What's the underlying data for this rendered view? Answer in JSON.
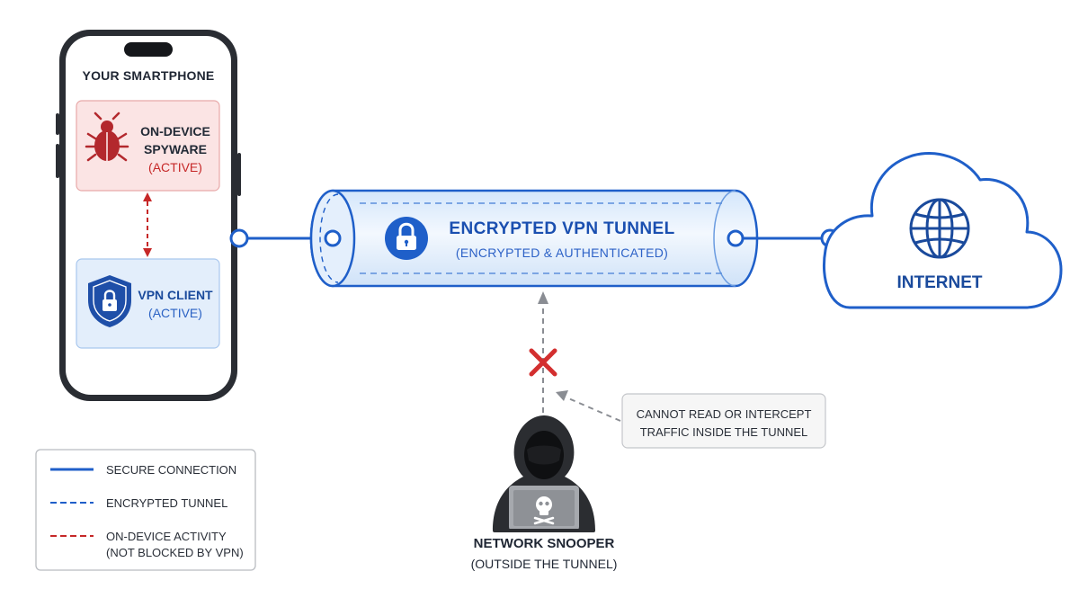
{
  "phone": {
    "title": "YOUR SMARTPHONE",
    "spyware": {
      "line1": "ON-DEVICE",
      "line2": "SPYWARE",
      "status": "(ACTIVE)",
      "icon": "bug-icon"
    },
    "vpn_client": {
      "label": "VPN CLIENT",
      "status": "(ACTIVE)",
      "icon": "shield-lock-icon"
    }
  },
  "tunnel": {
    "title": "ENCRYPTED VPN TUNNEL",
    "subtitle": "(ENCRYPTED & AUTHENTICATED)",
    "icon": "lock-icon"
  },
  "internet": {
    "label": "INTERNET",
    "icon": "globe-icon"
  },
  "note": {
    "line1": "CANNOT READ OR INTERCEPT",
    "line2": "TRAFFIC INSIDE THE TUNNEL"
  },
  "snooper": {
    "title": "NETWORK SNOOPER",
    "subtitle": "(OUTSIDE THE TUNNEL)",
    "icon": "hooded-hacker-icon",
    "blocked_icon": "red-x-icon"
  },
  "legend": {
    "items": [
      {
        "line1": "SECURE CONNECTION",
        "line2": "",
        "style": "solid",
        "color": "#1f5fc9"
      },
      {
        "line1": "ENCRYPTED TUNNEL",
        "line2": "",
        "style": "dashed",
        "color": "#1f5fc9"
      },
      {
        "line1": "ON-DEVICE ACTIVITY",
        "line2": "(NOT BLOCKED BY VPN)",
        "style": "dashed",
        "color": "#c62828"
      }
    ]
  },
  "colors": {
    "blue": "#1f5fc9",
    "red": "#c62828",
    "spyware_fill": "#fbe4e4",
    "vpn_fill": "#e3eefb",
    "tunnel_fill": "#e6f1fd"
  }
}
